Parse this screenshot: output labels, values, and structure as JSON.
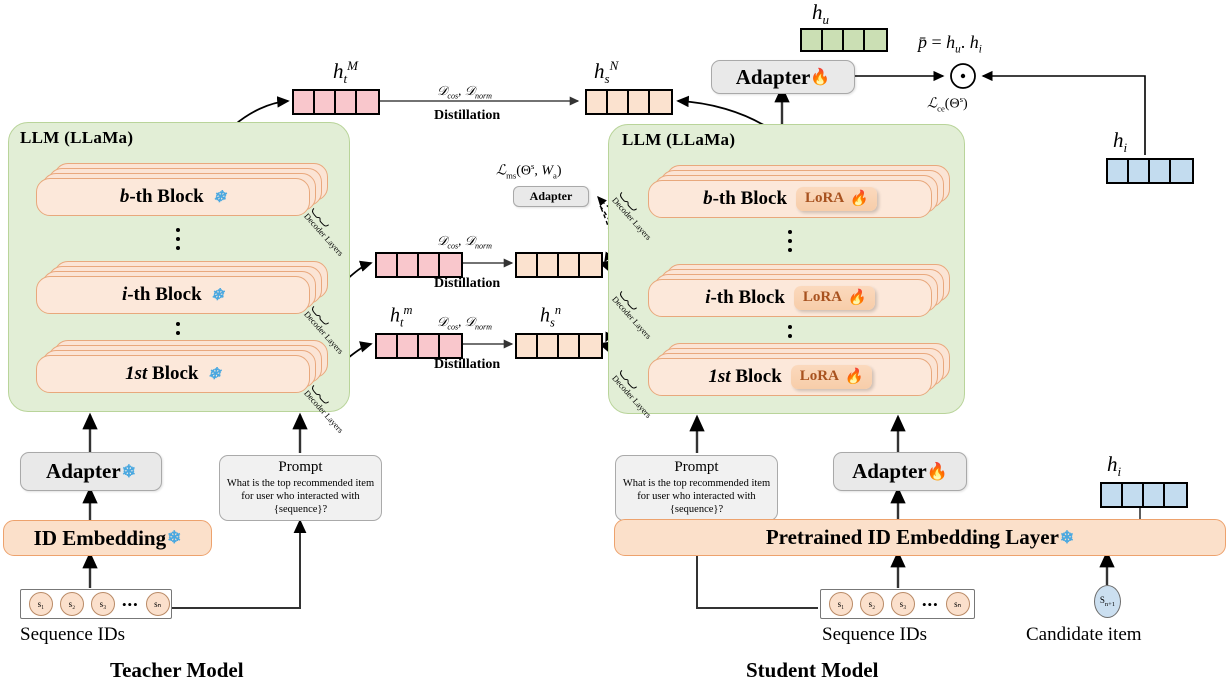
{
  "teacher": {
    "llm_title": "LLM (LLaMa)",
    "blocks": [
      {
        "name": "b-th Block",
        "italic": "b",
        "rest": "-th Block",
        "state": "frozen",
        "badge": "snowflake-icon"
      },
      {
        "name": "i-th Block",
        "italic": "i",
        "rest": "-th Block",
        "state": "frozen",
        "badge": "snowflake-icon"
      },
      {
        "name": "1st Block",
        "italic": "1st",
        "rest": " Block",
        "state": "frozen",
        "badge": "snowflake-icon"
      }
    ],
    "decoder_layers_label": "Decoder Layers",
    "adapter": {
      "label": "Adapter",
      "state": "frozen"
    },
    "id_embedding": {
      "label": "ID Embedding",
      "state": "frozen"
    },
    "prompt": {
      "title": "Prompt",
      "body": "What is the top recommended item for user who interacted with {sequence}?"
    },
    "sequence": {
      "ids": [
        "s₁",
        "s₂",
        "s₃",
        "sₙ"
      ],
      "ellipsis": "•••",
      "caption": "Sequence IDs"
    },
    "caption": "Teacher Model"
  },
  "student": {
    "llm_title": "LLM (LLaMa)",
    "blocks": [
      {
        "name": "b-th Block",
        "italic": "b",
        "rest": "-th Block",
        "state": "lora",
        "badge": "LoRA",
        "flame": "flame-icon"
      },
      {
        "name": "i-th Block",
        "italic": "i",
        "rest": "-th Block",
        "state": "lora",
        "badge": "LoRA",
        "flame": "flame-icon"
      },
      {
        "name": "1st Block",
        "italic": "1st",
        "rest": " Block",
        "state": "lora",
        "badge": "LoRA",
        "flame": "flame-icon"
      }
    ],
    "decoder_layers_label": "Decoder Layers",
    "adapter_top": {
      "label": "Adapter",
      "state": "trainable"
    },
    "adapter_bottom": {
      "label": "Adapter",
      "state": "trainable"
    },
    "adapter_mid": {
      "label": "Adapter"
    },
    "id_embedding": {
      "label": "Pretrained ID Embedding Layer",
      "state": "frozen"
    },
    "prompt": {
      "title": "Prompt",
      "body": "What is the top recommended item for user who interacted with {sequence}?"
    },
    "sequence": {
      "ids": [
        "s₁",
        "s₂",
        "s₃",
        "sₙ"
      ],
      "ellipsis": "•••",
      "caption": "Sequence IDs"
    },
    "candidate": {
      "id": "S",
      "sub": "n+1",
      "caption": "Candidate item"
    },
    "caption": "Student Model"
  },
  "hidden_states": {
    "h_t_M": {
      "base": "h",
      "sub": "t",
      "sup": "M",
      "cells": 4,
      "color": "pink"
    },
    "h_s_N": {
      "base": "h",
      "sub": "s",
      "sup": "N",
      "cells": 4,
      "color": "peach"
    },
    "h_t_i": {
      "cells": 4,
      "color": "pink"
    },
    "h_s_i": {
      "cells": 4,
      "color": "peach"
    },
    "h_t_m": {
      "base": "h",
      "sub": "t",
      "sup": "m",
      "cells": 4,
      "color": "pink"
    },
    "h_s_n": {
      "base": "h",
      "sub": "s",
      "sup": "n",
      "cells": 4,
      "color": "peach"
    },
    "h_u": {
      "base": "h",
      "sub": "u",
      "cells": 4,
      "color": "green"
    },
    "h_i_top": {
      "base": "h",
      "sub": "i",
      "cells": 4,
      "color": "blue"
    },
    "h_i_bottom": {
      "base": "h",
      "sub": "i",
      "cells": 4,
      "color": "blue"
    }
  },
  "distillation": {
    "metric_label": "𝒟ₑₒₛ, 𝒟ₙₒᵣₘ",
    "metric_cos": "D",
    "metric_cos_sub": "cos",
    "metric_norm": "D",
    "metric_norm_sub": "norm",
    "label": "Distillation",
    "count": 3
  },
  "losses": {
    "ms": {
      "symbol": "L",
      "sub": "ms",
      "args": "(Θˢ, Wₐ)"
    },
    "ce": {
      "symbol": "L",
      "sub": "ce",
      "args": "(Θˢ)"
    }
  },
  "prediction": {
    "formula": "p̄ = hᵤ. hᵢ",
    "operator": "·",
    "operator_name": "dot-product-node"
  },
  "colors": {
    "pink": "#f9c7cc",
    "peach": "#fbe2cf",
    "green": "#cbdfb4",
    "blue": "#c3dcef",
    "llm_bg": "#e2eed6",
    "block_bg": "#fce8da",
    "block_border": "#e8a87c",
    "lora_text": "#a8521f",
    "flame": "#ef5a1e",
    "snowflake": "#4aa8e0"
  }
}
